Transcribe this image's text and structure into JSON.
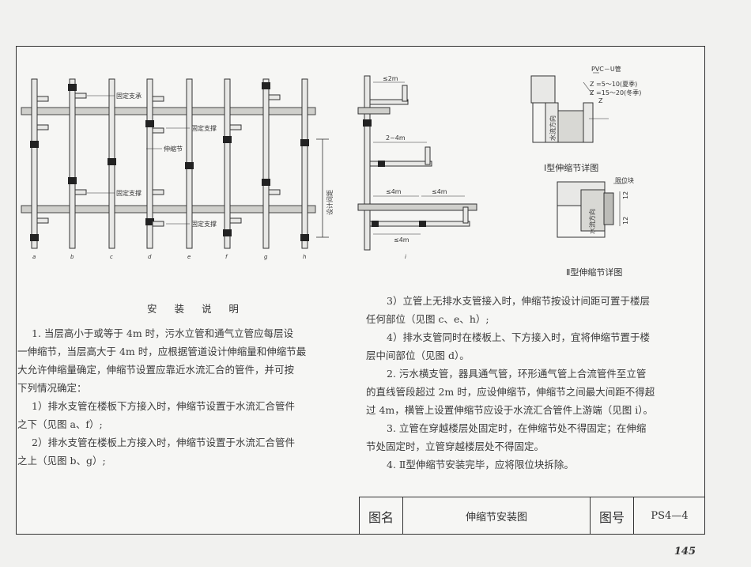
{
  "drawing": {
    "labels": {
      "fixed_bracket": "固定支承",
      "fixed_support_1": "固定支撑",
      "expansion_joint": "伸缩节",
      "fixed_support_2": "固定支撑",
      "fixed_support_3": "固定支撑",
      "design_spacing": "设计间距",
      "le_2m": "≤2m",
      "range_2_4m": "2~4m",
      "le_4m_a": "≤4m",
      "le_4m_b": "≤4m",
      "le_4m_c": "≤4m",
      "pvc_u": "PVC－U管",
      "z_summer": "Z =5～10(夏季)",
      "z_winter": "Z =15～20(冬季)",
      "z": "Z",
      "flow_dir_1": "水流方向",
      "flow_dir_2": "水流方向",
      "limit_block": "限位块",
      "dim_12a": "12",
      "dim_12b": "12"
    },
    "pipe_letters": [
      "a",
      "b",
      "c",
      "d",
      "e",
      "f",
      "g",
      "h"
    ],
    "letter_i": "i",
    "caption_type1": "Ⅰ型伸缩节详图",
    "caption_type2": "Ⅱ型伸缩节详图"
  },
  "notes": {
    "title": "安 装 说 明",
    "left_lines": [
      "1. 当层高小于或等于 4m 时，污水立管和通气立管应每层设",
      "一伸缩节，当层高大于 4m 时，应根据管道设计伸缩量和伸缩节最",
      "大允许伸缩量确定，伸缩节设置应靠近水流汇合的管件，并可按",
      "下列情况确定：",
      "1）排水支管在楼板下方接入时，伸缩节设置于水流汇合管件",
      "之下（见图 a、f）;",
      "2）排水支管在楼板上方接入时，伸缩节设置于水流汇合管件",
      "之上（见图 b、g）;"
    ],
    "right_lines": [
      "3）立管上无排水支管接入时，伸缩节按设计间距可置于楼层",
      "任何部位（见图 c、e、h）;",
      "4）排水支管同时在楼板上、下方接入时，宜将伸缩节置于楼",
      "层中间部位（见图 d）。",
      "2. 污水横支管，器具通气管，环形通气管上合流管件至立管",
      "的直线管段超过 2m 时，应设伸缩节，伸缩节之间最大间距不得超",
      "过 4m，横管上设置伸缩节应设于水流汇合管件上游端（见图 i）。",
      "3. 立管在穿越楼层处固定时，在伸缩节处不得固定；在伸缩",
      "节处固定时，立管穿越楼层处不得固定。",
      "4. Ⅱ型伸缩节安装完毕，应将限位块拆除。"
    ]
  },
  "title_block": {
    "name_label": "图名",
    "name_value": "伸缩节安装图",
    "number_label": "图号",
    "number_value": "PS4—4"
  },
  "page_number": "145"
}
